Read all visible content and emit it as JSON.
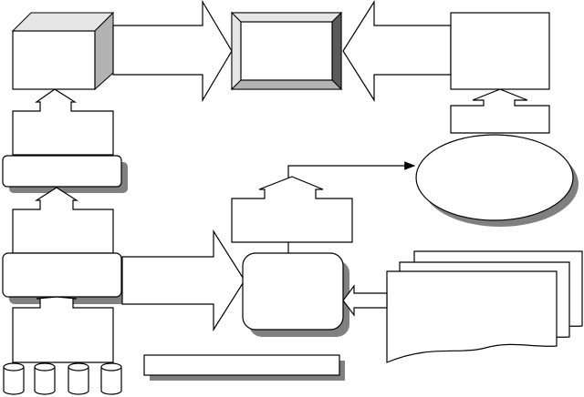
{
  "diagram": {
    "nodes": [
      {
        "id": "cube-box",
        "shape": "3d-box"
      },
      {
        "id": "bevel-frame",
        "shape": "beveled-rectangle"
      },
      {
        "id": "top-right-rect",
        "shape": "rectangle"
      },
      {
        "id": "left-bar-upper",
        "shape": "rounded-rectangle"
      },
      {
        "id": "left-bar-lower",
        "shape": "rounded-rectangle"
      },
      {
        "id": "center-rounded-box",
        "shape": "rounded-rectangle"
      },
      {
        "id": "center-rect",
        "shape": "rectangle"
      },
      {
        "id": "ellipse",
        "shape": "ellipse"
      },
      {
        "id": "document-stack",
        "shape": "multi-document"
      },
      {
        "id": "bottom-wide-rect",
        "shape": "rectangle"
      },
      {
        "id": "database-cylinders",
        "shape": "cylinder",
        "count": 4
      }
    ],
    "edges": [
      {
        "from": "cube-box",
        "to": "bevel-frame",
        "style": "block-arrow"
      },
      {
        "from": "top-right-rect",
        "to": "bevel-frame",
        "style": "block-arrow"
      },
      {
        "from": "left-bar-upper",
        "to": "cube-box",
        "style": "block-arrow"
      },
      {
        "from": "left-bar-lower",
        "to": "left-bar-upper",
        "style": "block-arrow"
      },
      {
        "from": "database-cylinders",
        "to": "left-bar-lower",
        "style": "block-arrow"
      },
      {
        "from": "left-bar-lower",
        "to": "center-rounded-box",
        "style": "block-arrow"
      },
      {
        "from": "document-stack",
        "to": "center-rounded-box",
        "style": "block-arrow"
      },
      {
        "from": "center-rounded-box",
        "to": "center-rect",
        "style": "line"
      },
      {
        "from": "center-rect",
        "to": "ellipse",
        "style": "line-arrow"
      },
      {
        "from": "top-right-rect",
        "to": "top-right-rect",
        "style": "block-arrow"
      }
    ]
  },
  "colors": {
    "stroke": "#000000",
    "fill": "#ffffff",
    "shadow": "#808080",
    "bevel_light": "#e6e6e6",
    "bevel_dark": "#5a5a5a"
  }
}
